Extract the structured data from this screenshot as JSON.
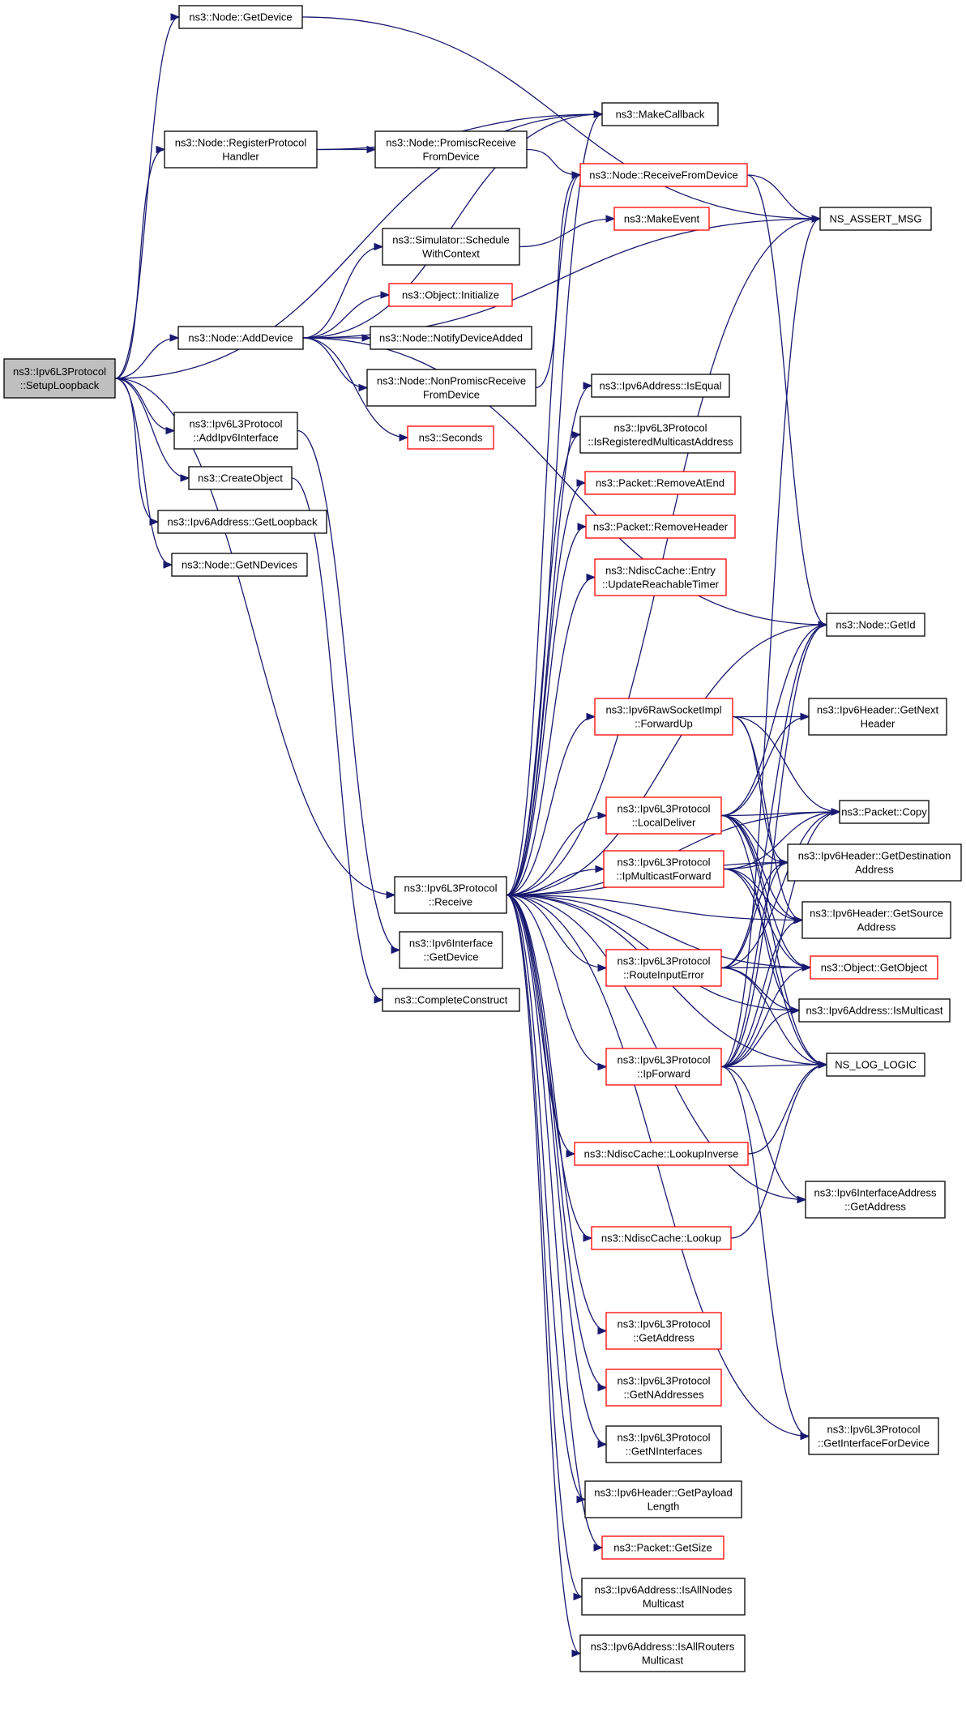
{
  "graph": {
    "root": "SetupLoopback",
    "edge_color": "#191970",
    "highlight_color": "#ff0000",
    "root_fill": "#bfbfbf",
    "nodes": [
      {
        "id": "SetupLoopback",
        "lines": [
          "ns3::Ipv6L3Protocol",
          "::SetupLoopback"
        ],
        "style": "root"
      },
      {
        "id": "NodeGetDevice",
        "lines": [
          "ns3::Node::GetDevice"
        ],
        "style": "normal"
      },
      {
        "id": "RegisterProtocolHandler",
        "lines": [
          "ns3::Node::RegisterProtocol",
          "Handler"
        ],
        "style": "normal"
      },
      {
        "id": "AddDevice",
        "lines": [
          "ns3::Node::AddDevice"
        ],
        "style": "normal"
      },
      {
        "id": "AddIpv6Interface",
        "lines": [
          "ns3::Ipv6L3Protocol",
          "::AddIpv6Interface"
        ],
        "style": "normal"
      },
      {
        "id": "CreateObject",
        "lines": [
          "ns3::CreateObject"
        ],
        "style": "normal"
      },
      {
        "id": "GetLoopback",
        "lines": [
          "ns3::Ipv6Address::GetLoopback"
        ],
        "style": "normal"
      },
      {
        "id": "GetNDevices",
        "lines": [
          "ns3::Node::GetNDevices"
        ],
        "style": "normal"
      },
      {
        "id": "MakeCallback",
        "lines": [
          "ns3::MakeCallback"
        ],
        "style": "normal"
      },
      {
        "id": "PromiscReceiveFromDevice",
        "lines": [
          "ns3::Node::PromiscReceive",
          "FromDevice"
        ],
        "style": "normal"
      },
      {
        "id": "ReceiveFromDevice",
        "lines": [
          "ns3::Node::ReceiveFromDevice"
        ],
        "style": "red"
      },
      {
        "id": "NS_ASSERT_MSG",
        "lines": [
          "NS_ASSERT_MSG"
        ],
        "style": "normal"
      },
      {
        "id": "ScheduleWithContext",
        "lines": [
          "ns3::Simulator::Schedule",
          "WithContext"
        ],
        "style": "normal"
      },
      {
        "id": "MakeEvent",
        "lines": [
          "ns3::MakeEvent"
        ],
        "style": "red"
      },
      {
        "id": "ObjectInitialize",
        "lines": [
          "ns3::Object::Initialize"
        ],
        "style": "red"
      },
      {
        "id": "NotifyDeviceAdded",
        "lines": [
          "ns3::Node::NotifyDeviceAdded"
        ],
        "style": "normal"
      },
      {
        "id": "NonPromiscReceiveFromDevice",
        "lines": [
          "ns3::Node::NonPromiscReceive",
          "FromDevice"
        ],
        "style": "normal"
      },
      {
        "id": "Seconds",
        "lines": [
          "ns3::Seconds"
        ],
        "style": "red"
      },
      {
        "id": "Receive",
        "lines": [
          "ns3::Ipv6L3Protocol",
          "::Receive"
        ],
        "style": "normal"
      },
      {
        "id": "IfaceGetDevice",
        "lines": [
          "ns3::Ipv6Interface",
          "::GetDevice"
        ],
        "style": "normal"
      },
      {
        "id": "CompleteConstruct",
        "lines": [
          "ns3::CompleteConstruct"
        ],
        "style": "normal"
      },
      {
        "id": "IsEqual",
        "lines": [
          "ns3::Ipv6Address::IsEqual"
        ],
        "style": "normal"
      },
      {
        "id": "IsRegisteredMulticastAddress",
        "lines": [
          "ns3::Ipv6L3Protocol",
          "::IsRegisteredMulticastAddress"
        ],
        "style": "normal"
      },
      {
        "id": "RemoveAtEnd",
        "lines": [
          "ns3::Packet::RemoveAtEnd"
        ],
        "style": "red"
      },
      {
        "id": "RemoveHeader",
        "lines": [
          "ns3::Packet::RemoveHeader"
        ],
        "style": "red"
      },
      {
        "id": "UpdateReachableTimer",
        "lines": [
          "ns3::NdiscCache::Entry",
          "::UpdateReachableTimer"
        ],
        "style": "red"
      },
      {
        "id": "NodeGetId",
        "lines": [
          "ns3::Node::GetId"
        ],
        "style": "normal"
      },
      {
        "id": "ForwardUp",
        "lines": [
          "ns3::Ipv6RawSocketImpl",
          "::ForwardUp"
        ],
        "style": "red"
      },
      {
        "id": "GetNextHeader",
        "lines": [
          "ns3::Ipv6Header::GetNext",
          "Header"
        ],
        "style": "normal"
      },
      {
        "id": "LocalDeliver",
        "lines": [
          "ns3::Ipv6L3Protocol",
          "::LocalDeliver"
        ],
        "style": "red"
      },
      {
        "id": "PacketCopy",
        "lines": [
          "ns3::Packet::Copy"
        ],
        "style": "normal"
      },
      {
        "id": "IpMulticastForward",
        "lines": [
          "ns3::Ipv6L3Protocol",
          "::IpMulticastForward"
        ],
        "style": "red"
      },
      {
        "id": "GetDestinationAddress",
        "lines": [
          "ns3::Ipv6Header::GetDestination",
          "Address"
        ],
        "style": "normal"
      },
      {
        "id": "GetSourceAddress",
        "lines": [
          "ns3::Ipv6Header::GetSource",
          "Address"
        ],
        "style": "normal"
      },
      {
        "id": "RouteInputError",
        "lines": [
          "ns3::Ipv6L3Protocol",
          "::RouteInputError"
        ],
        "style": "red"
      },
      {
        "id": "GetObject",
        "lines": [
          "ns3::Object::GetObject"
        ],
        "style": "red"
      },
      {
        "id": "IsMulticast",
        "lines": [
          "ns3::Ipv6Address::IsMulticast"
        ],
        "style": "normal"
      },
      {
        "id": "IpForward",
        "lines": [
          "ns3::Ipv6L3Protocol",
          "::IpForward"
        ],
        "style": "red"
      },
      {
        "id": "NS_LOG_LOGIC",
        "lines": [
          "NS_LOG_LOGIC"
        ],
        "style": "normal"
      },
      {
        "id": "LookupInverse",
        "lines": [
          "ns3::NdiscCache::LookupInverse"
        ],
        "style": "red"
      },
      {
        "id": "IfaceAddrGetAddress",
        "lines": [
          "ns3::Ipv6InterfaceAddress",
          "::GetAddress"
        ],
        "style": "normal"
      },
      {
        "id": "Lookup",
        "lines": [
          "ns3::NdiscCache::Lookup"
        ],
        "style": "red"
      },
      {
        "id": "GetAddress",
        "lines": [
          "ns3::Ipv6L3Protocol",
          "::GetAddress"
        ],
        "style": "red"
      },
      {
        "id": "GetNAddresses",
        "lines": [
          "ns3::Ipv6L3Protocol",
          "::GetNAddresses"
        ],
        "style": "red"
      },
      {
        "id": "GetNInterfaces",
        "lines": [
          "ns3::Ipv6L3Protocol",
          "::GetNInterfaces"
        ],
        "style": "normal"
      },
      {
        "id": "GetInterfaceForDevice",
        "lines": [
          "ns3::Ipv6L3Protocol",
          "::GetInterfaceForDevice"
        ],
        "style": "normal"
      },
      {
        "id": "GetPayloadLength",
        "lines": [
          "ns3::Ipv6Header::GetPayload",
          "Length"
        ],
        "style": "normal"
      },
      {
        "id": "PacketGetSize",
        "lines": [
          "ns3::Packet::GetSize"
        ],
        "style": "red"
      },
      {
        "id": "IsAllNodesMulticast",
        "lines": [
          "ns3::Ipv6Address::IsAllNodes",
          "Multicast"
        ],
        "style": "normal"
      },
      {
        "id": "IsAllRoutersMulticast",
        "lines": [
          "ns3::Ipv6Address::IsAllRouters",
          "Multicast"
        ],
        "style": "normal"
      }
    ],
    "edges": [
      [
        "SetupLoopback",
        "NodeGetDevice"
      ],
      [
        "SetupLoopback",
        "MakeCallback"
      ],
      [
        "SetupLoopback",
        "RegisterProtocolHandler"
      ],
      [
        "SetupLoopback",
        "AddDevice"
      ],
      [
        "SetupLoopback",
        "AddIpv6Interface"
      ],
      [
        "SetupLoopback",
        "CreateObject"
      ],
      [
        "SetupLoopback",
        "GetLoopback"
      ],
      [
        "SetupLoopback",
        "GetNDevices"
      ],
      [
        "SetupLoopback",
        "Receive"
      ],
      [
        "NodeGetDevice",
        "NS_ASSERT_MSG"
      ],
      [
        "RegisterProtocolHandler",
        "MakeCallback"
      ],
      [
        "RegisterProtocolHandler",
        "PromiscReceiveFromDevice"
      ],
      [
        "PromiscReceiveFromDevice",
        "ReceiveFromDevice"
      ],
      [
        "ReceiveFromDevice",
        "NS_ASSERT_MSG"
      ],
      [
        "ReceiveFromDevice",
        "NodeGetId"
      ],
      [
        "ScheduleWithContext",
        "MakeEvent"
      ],
      [
        "AddDevice",
        "MakeCallback"
      ],
      [
        "AddDevice",
        "ScheduleWithContext"
      ],
      [
        "AddDevice",
        "ObjectInitialize"
      ],
      [
        "AddDevice",
        "NotifyDeviceAdded"
      ],
      [
        "AddDevice",
        "NonPromiscReceiveFromDevice"
      ],
      [
        "AddDevice",
        "Seconds"
      ],
      [
        "AddDevice",
        "NodeGetId"
      ],
      [
        "AddDevice",
        "NS_ASSERT_MSG"
      ],
      [
        "NonPromiscReceiveFromDevice",
        "ReceiveFromDevice"
      ],
      [
        "AddIpv6Interface",
        "IfaceGetDevice"
      ],
      [
        "CreateObject",
        "CompleteConstruct"
      ],
      [
        "Receive",
        "MakeCallback"
      ],
      [
        "Receive",
        "ReceiveFromDevice"
      ],
      [
        "Receive",
        "NS_ASSERT_MSG"
      ],
      [
        "Receive",
        "IsEqual"
      ],
      [
        "Receive",
        "IsRegisteredMulticastAddress"
      ],
      [
        "Receive",
        "RemoveAtEnd"
      ],
      [
        "Receive",
        "RemoveHeader"
      ],
      [
        "Receive",
        "UpdateReachableTimer"
      ],
      [
        "Receive",
        "NodeGetId"
      ],
      [
        "Receive",
        "ForwardUp"
      ],
      [
        "Receive",
        "PacketCopy"
      ],
      [
        "Receive",
        "LocalDeliver"
      ],
      [
        "Receive",
        "IpMulticastForward"
      ],
      [
        "Receive",
        "GetDestinationAddress"
      ],
      [
        "Receive",
        "GetSourceAddress"
      ],
      [
        "Receive",
        "RouteInputError"
      ],
      [
        "Receive",
        "GetObject"
      ],
      [
        "Receive",
        "IsMulticast"
      ],
      [
        "Receive",
        "IpForward"
      ],
      [
        "Receive",
        "NS_LOG_LOGIC"
      ],
      [
        "Receive",
        "LookupInverse"
      ],
      [
        "Receive",
        "IfaceAddrGetAddress"
      ],
      [
        "Receive",
        "Lookup"
      ],
      [
        "Receive",
        "GetAddress"
      ],
      [
        "Receive",
        "GetNAddresses"
      ],
      [
        "Receive",
        "GetNInterfaces"
      ],
      [
        "Receive",
        "GetPayloadLength"
      ],
      [
        "Receive",
        "PacketGetSize"
      ],
      [
        "Receive",
        "IsAllNodesMulticast"
      ],
      [
        "Receive",
        "IsAllRoutersMulticast"
      ],
      [
        "Receive",
        "GetInterfaceForDevice"
      ],
      [
        "ForwardUp",
        "GetNextHeader"
      ],
      [
        "ForwardUp",
        "PacketCopy"
      ],
      [
        "ForwardUp",
        "GetDestinationAddress"
      ],
      [
        "ForwardUp",
        "GetSourceAddress"
      ],
      [
        "LocalDeliver",
        "NodeGetId"
      ],
      [
        "LocalDeliver",
        "GetNextHeader"
      ],
      [
        "LocalDeliver",
        "PacketCopy"
      ],
      [
        "LocalDeliver",
        "GetDestinationAddress"
      ],
      [
        "LocalDeliver",
        "GetSourceAddress"
      ],
      [
        "LocalDeliver",
        "GetObject"
      ],
      [
        "LocalDeliver",
        "IsMulticast"
      ],
      [
        "LocalDeliver",
        "NS_LOG_LOGIC"
      ],
      [
        "IpMulticastForward",
        "PacketCopy"
      ],
      [
        "IpMulticastForward",
        "GetDestinationAddress"
      ],
      [
        "IpMulticastForward",
        "GetSourceAddress"
      ],
      [
        "IpMulticastForward",
        "GetObject"
      ],
      [
        "IpMulticastForward",
        "NS_LOG_LOGIC"
      ],
      [
        "RouteInputError",
        "NodeGetId"
      ],
      [
        "RouteInputError",
        "PacketCopy"
      ],
      [
        "RouteInputError",
        "GetDestinationAddress"
      ],
      [
        "RouteInputError",
        "GetObject"
      ],
      [
        "RouteInputError",
        "IsMulticast"
      ],
      [
        "RouteInputError",
        "NS_LOG_LOGIC"
      ],
      [
        "IpForward",
        "NodeGetId"
      ],
      [
        "IpForward",
        "NS_ASSERT_MSG"
      ],
      [
        "IpForward",
        "PacketCopy"
      ],
      [
        "IpForward",
        "GetDestinationAddress"
      ],
      [
        "IpForward",
        "GetSourceAddress"
      ],
      [
        "IpForward",
        "GetObject"
      ],
      [
        "IpForward",
        "IsMulticast"
      ],
      [
        "IpForward",
        "NS_LOG_LOGIC"
      ],
      [
        "IpForward",
        "IfaceAddrGetAddress"
      ],
      [
        "IpForward",
        "GetInterfaceForDevice"
      ],
      [
        "LookupInverse",
        "NS_LOG_LOGIC"
      ],
      [
        "Lookup",
        "NS_LOG_LOGIC"
      ]
    ]
  }
}
